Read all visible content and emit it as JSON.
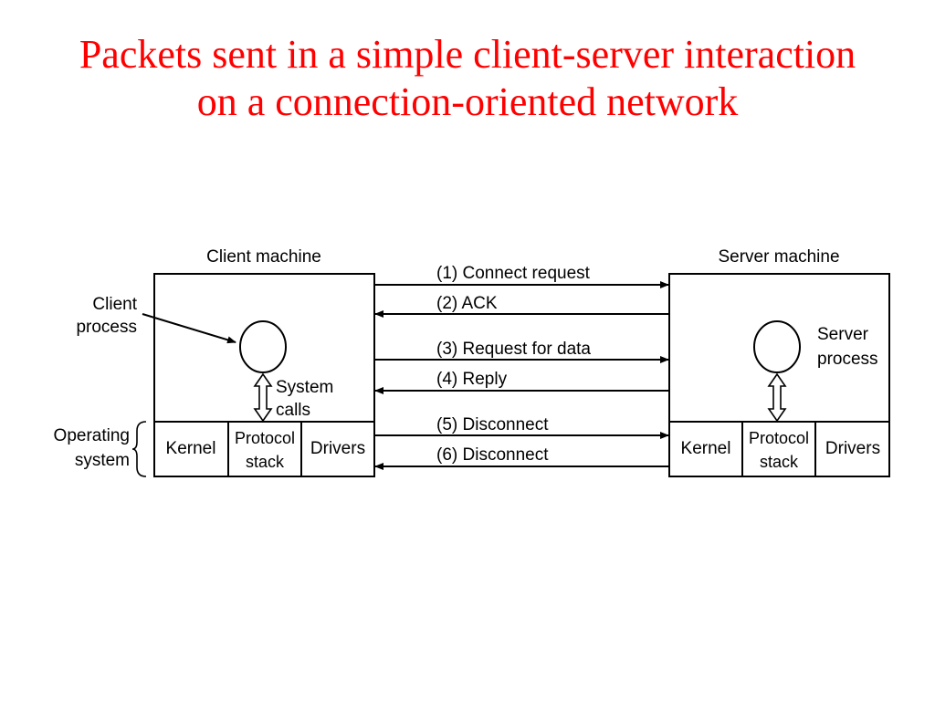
{
  "title": {
    "line1": "Packets sent in a simple client-server interaction",
    "line2": "on a connection-oriented network"
  },
  "colors": {
    "title": "#ff0000",
    "diagram": "#000000"
  },
  "client": {
    "machine_label": "Client machine",
    "process_label_line1": "Client",
    "process_label_line2": "process",
    "syscalls_line1": "System",
    "syscalls_line2": "calls",
    "kernel": "Kernel",
    "protocol_line1": "Protocol",
    "protocol_line2": "stack",
    "drivers": "Drivers"
  },
  "os_label": {
    "line1": "Operating",
    "line2": "system"
  },
  "server": {
    "machine_label": "Server machine",
    "process_label_line1": "Server",
    "process_label_line2": "process",
    "kernel": "Kernel",
    "protocol_line1": "Protocol",
    "protocol_line2": "stack",
    "drivers": "Drivers"
  },
  "messages": [
    {
      "label": "(1) Connect request",
      "direction": "to-server"
    },
    {
      "label": "(2) ACK",
      "direction": "to-client"
    },
    {
      "label": "(3) Request for data",
      "direction": "to-server"
    },
    {
      "label": "(4) Reply",
      "direction": "to-client"
    },
    {
      "label": "(5) Disconnect",
      "direction": "to-server"
    },
    {
      "label": "(6) Disconnect",
      "direction": "to-client"
    }
  ]
}
